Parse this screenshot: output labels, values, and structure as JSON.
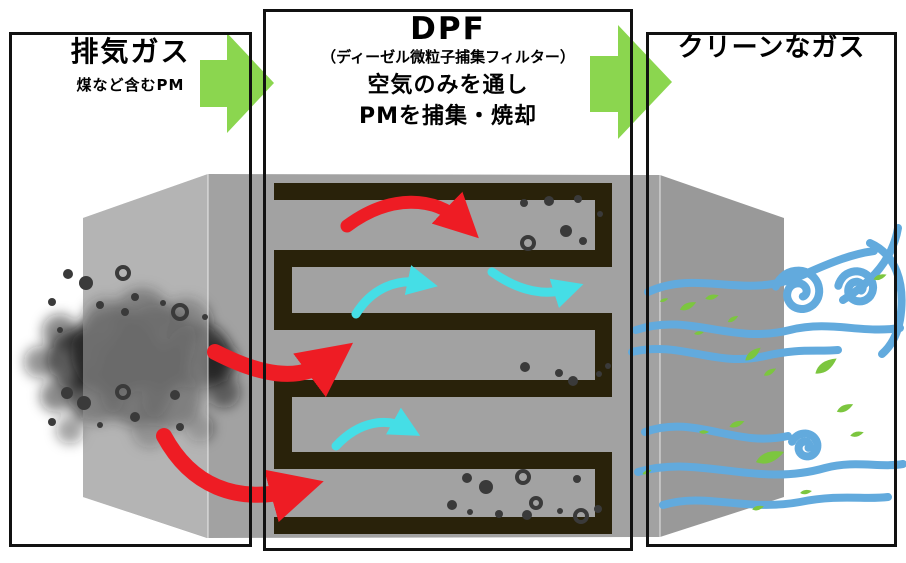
{
  "panels": {
    "exhaust": {
      "title": "排気ガス",
      "subtitle": "煤など含むPM"
    },
    "dpf": {
      "title": "DPF",
      "subtitle": "（ディーゼル微粒子捕集フィルター）",
      "desc_line1": "空気のみを通し",
      "desc_line2": "PMを捕集・焼却"
    },
    "clean": {
      "title": "クリーンなガス"
    }
  },
  "colors": {
    "panel_border": "#111111",
    "canister_gray": "#a2a2a2",
    "filter_wall_dark": "#29220a",
    "pm_dot": "#3a3a3a",
    "exhaust_arrow_red": "#ee1c24",
    "air_arrow_cyan": "#45dee6",
    "flow_arrow_green": "#8bd64f",
    "wind_blue": "#62aadd",
    "leaf_green": "#7cc63f"
  }
}
